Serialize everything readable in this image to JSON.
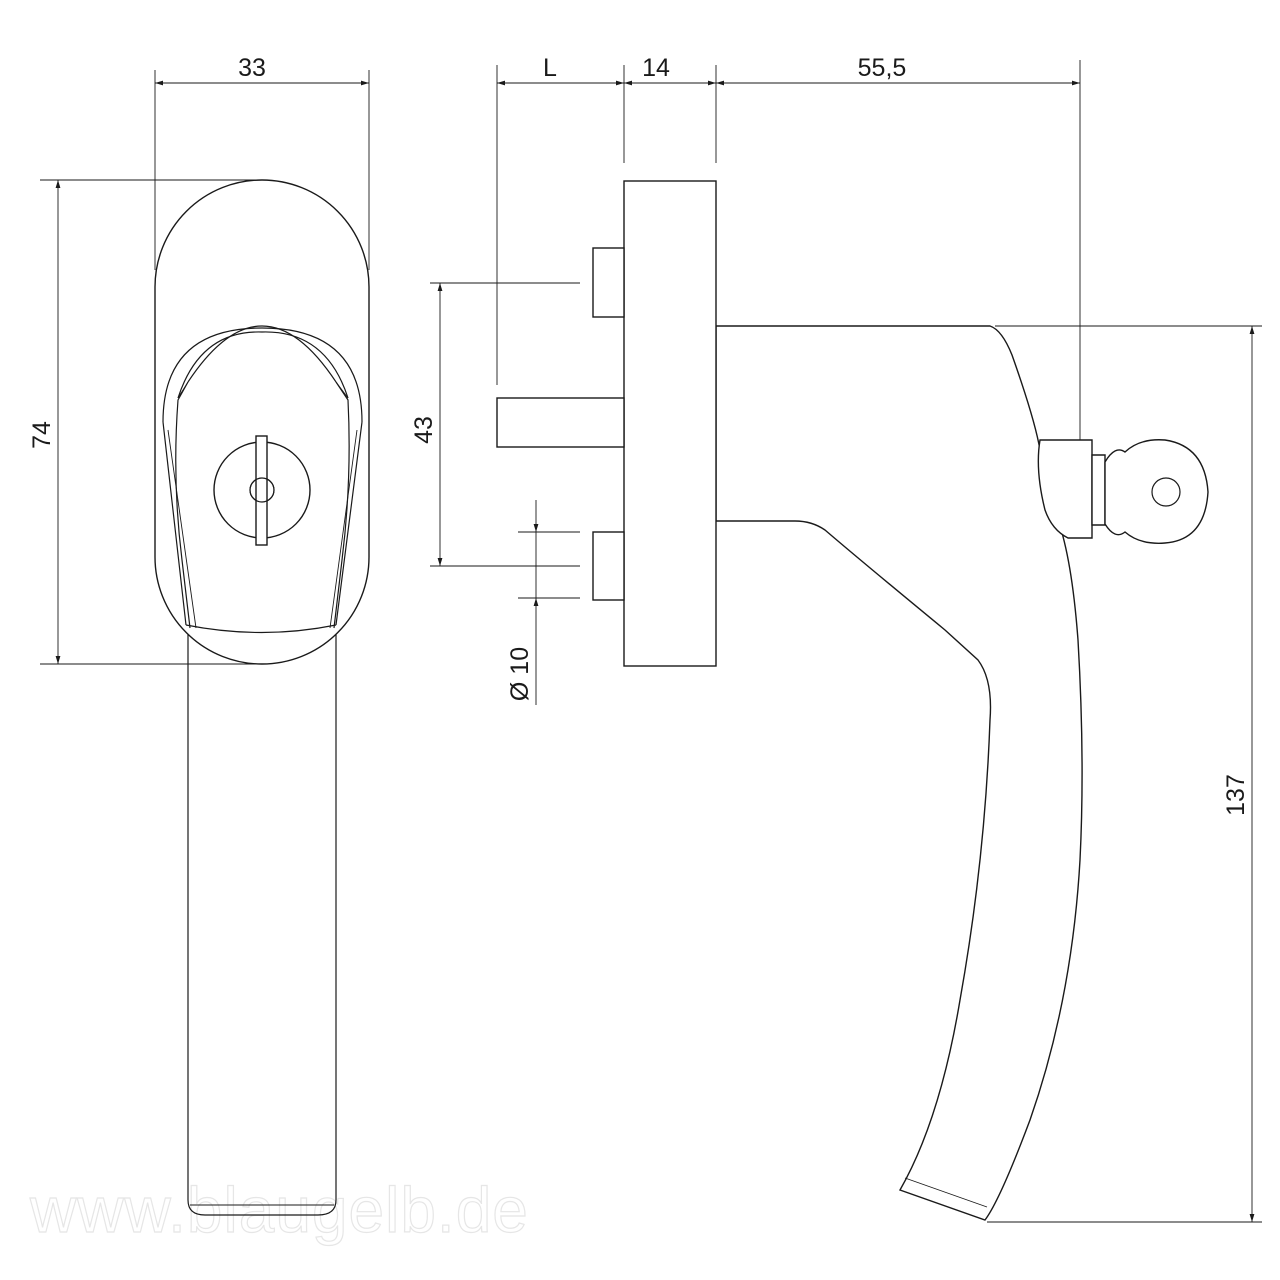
{
  "drawing": {
    "dimensions": {
      "rosette_width": "33",
      "rosette_height": "74",
      "spindle_length": "L",
      "rosette_depth": "14",
      "handle_projection": "55,5",
      "screw_spacing": "43",
      "screw_diameter": "Ø 10",
      "handle_length": "137"
    },
    "watermark": "www.blaugelb.de",
    "line_color": "#1a1a1a",
    "watermark_color": "#e6e6e6"
  }
}
